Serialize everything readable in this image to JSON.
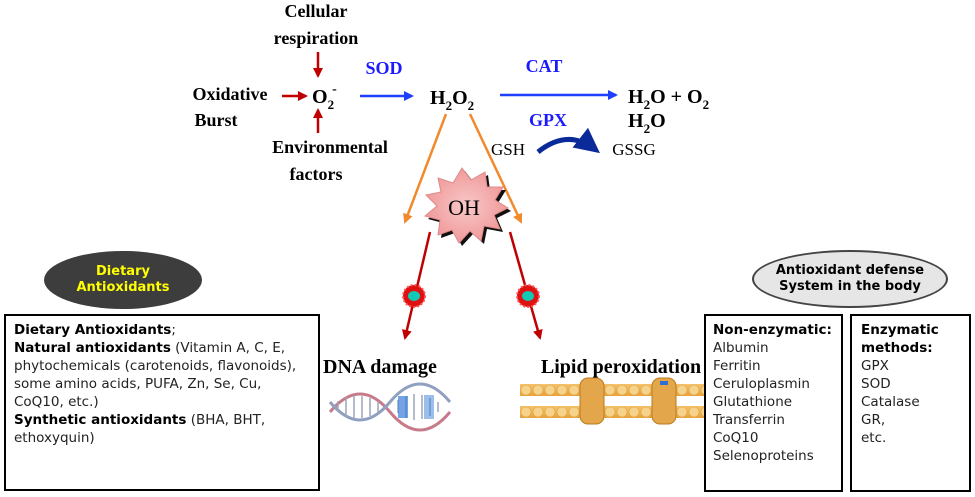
{
  "pathway": {
    "cellular_respiration_line1": "Cellular",
    "cellular_respiration_line2": "respiration",
    "oxidative_burst_line1": "Oxidative",
    "oxidative_burst_line2": "Burst",
    "environmental_line1": "Environmental",
    "environmental_line2": "factors",
    "superoxide": "O",
    "superoxide_sub": "2",
    "superoxide_sup": "-",
    "sod": "SOD",
    "h2o2_a": "H",
    "h2o2_sub1": "2",
    "h2o2_b": "O",
    "h2o2_sub2": "2",
    "cat": "CAT",
    "product1_a": "H",
    "product1_sub1": "2",
    "product1_b": "O + O",
    "product1_sub2": "2",
    "gpx": "GPX",
    "product2_a": "H",
    "product2_sub": "2",
    "product2_b": "O",
    "gsh": "GSH",
    "gssg": "GSSG",
    "hydroxyl": "OH",
    "dna_damage": "DNA damage",
    "lipid_peroxidation": "Lipid peroxidation"
  },
  "dietary_oval": {
    "line1": "Dietary",
    "line2": "Antioxidants"
  },
  "defense_oval": {
    "line1": "Antioxidant defense",
    "line2": "System in the body"
  },
  "dietary_box": {
    "title": "Dietary Antioxidants",
    "title_suffix": ";",
    "natural_label": "Natural antioxidants",
    "natural_text": " (Vitamin A, C, E, phytochemicals (carotenoids, flavonoids),  some amino acids, PUFA, Zn, Se, Cu, CoQ10, etc.)",
    "synthetic_label": "Synthetic antioxidants",
    "synthetic_text": " (BHA, BHT, ethoxyquin)"
  },
  "non_enzymatic": {
    "title": "Non-enzymatic:",
    "items": [
      "Albumin",
      "Ferritin",
      "Ceruloplasmin",
      "Glutathione",
      "Transferrin",
      "CoQ10",
      "Selenoproteins"
    ]
  },
  "enzymatic": {
    "title_line1": "Enzymatic",
    "title_line2": "methods:",
    "items": [
      "GPX",
      "SOD",
      "Catalase",
      "GR,",
      "etc."
    ]
  },
  "colors": {
    "red_arrow": "#c00000",
    "blue_arrow": "#1f3fff",
    "blue_text": "#1a1aff",
    "orange_arrow": "#f08a2c",
    "burst_fill": "#f4b6b6",
    "dark_oval": "#3d3d3d",
    "light_oval": "#e6e6e6",
    "oval_text_yellow": "#ffff00"
  }
}
